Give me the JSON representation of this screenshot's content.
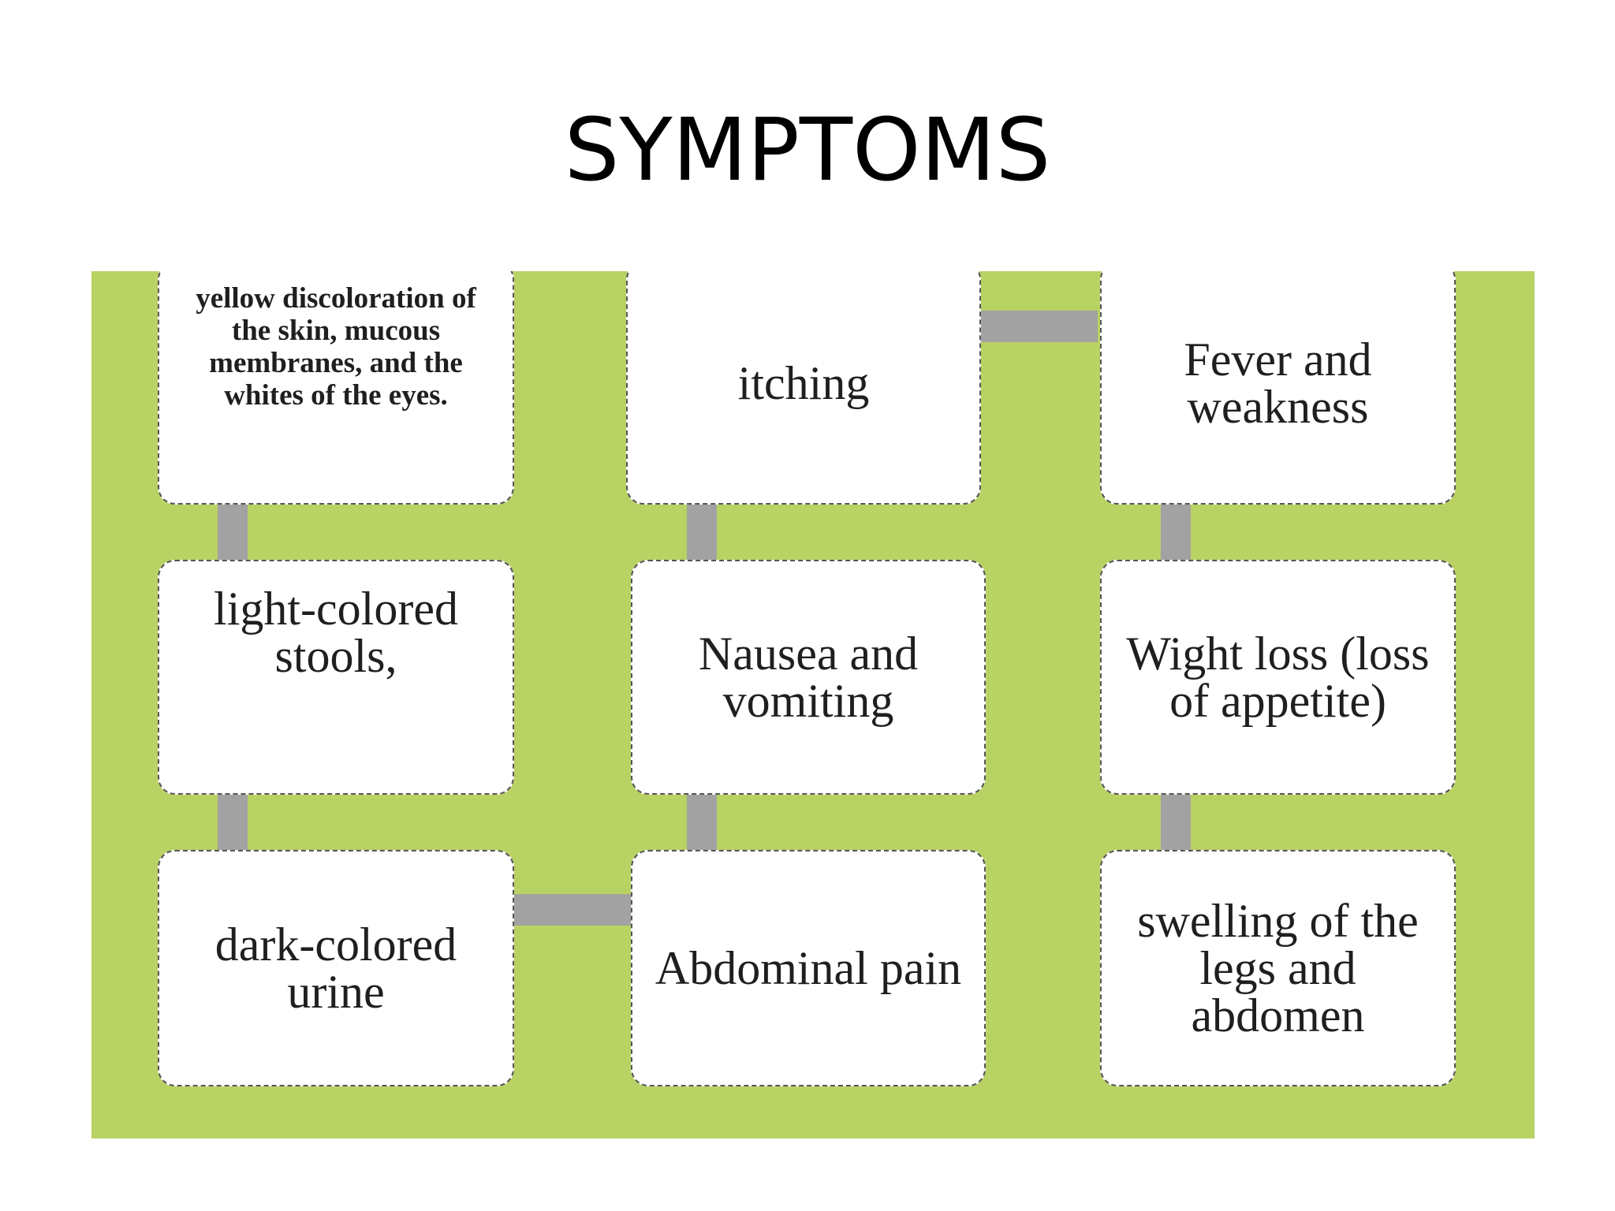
{
  "title": "SYMPTOMS",
  "colors": {
    "panel_background": "#b9d264",
    "connector": "#a2a2a2",
    "box_fill": "#ffffff",
    "box_border": "#555555"
  },
  "boxes": [
    {
      "id": "jaundice",
      "label": "yellow discoloration of the skin, mucous membranes, and the whites of the eyes."
    },
    {
      "id": "itching",
      "label": "itching"
    },
    {
      "id": "fever",
      "label": "Fever and weakness"
    },
    {
      "id": "stools",
      "label": "light-colored stools,"
    },
    {
      "id": "nausea",
      "label": "Nausea and vomiting"
    },
    {
      "id": "weight-loss",
      "label": "Wight loss (loss of appetite)"
    },
    {
      "id": "urine",
      "label": "dark-colored urine"
    },
    {
      "id": "abdominal-pain",
      "label": "Abdominal pain"
    },
    {
      "id": "swelling",
      "label": "swelling of the legs and abdomen"
    }
  ]
}
